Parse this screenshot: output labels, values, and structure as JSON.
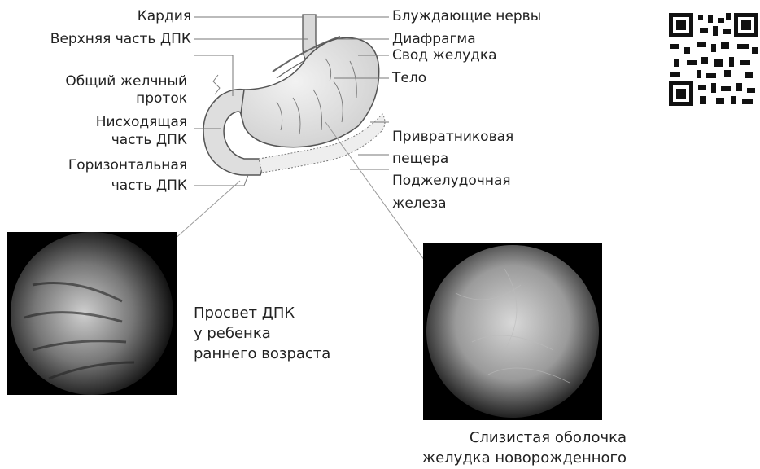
{
  "left_labels": [
    {
      "id": "kardiya",
      "text": "Кардия"
    },
    {
      "id": "upper_dpk",
      "text": "Верхняя часть ДПК"
    },
    {
      "id": "common_bile_duct_1",
      "text": "Общий желчный"
    },
    {
      "id": "common_bile_duct_2",
      "text": "проток"
    },
    {
      "id": "descending_1",
      "text": "Нисходящая"
    },
    {
      "id": "descending_2",
      "text": "часть ДПК"
    },
    {
      "id": "horizontal_1",
      "text": "Горизонтальная"
    },
    {
      "id": "horizontal_2",
      "text": "часть ДПК"
    }
  ],
  "right_labels": [
    {
      "id": "vagus",
      "text": "Блуждающие нервы"
    },
    {
      "id": "diaphragm",
      "text": "Диафрагма"
    },
    {
      "id": "fundus",
      "text": "Свод желудка"
    },
    {
      "id": "body",
      "text": "Тело"
    },
    {
      "id": "antrum_1",
      "text": "Привратниковая"
    },
    {
      "id": "antrum_2",
      "text": "пещера"
    },
    {
      "id": "pancreas_1",
      "text": "Поджелудочная"
    },
    {
      "id": "pancreas_2",
      "text": "железа"
    }
  ],
  "captions": {
    "duodenum_lumen": [
      "Просвет ДПК",
      "у ребенка",
      "раннего возраста"
    ],
    "gastric_mucosa": [
      "Слизистая оболочка",
      "желудка новорожденного"
    ]
  },
  "colors": {
    "text": "#222222",
    "line": "#666666",
    "stomach_fill": "#e6e6e6",
    "stomach_stroke": "#555555"
  }
}
